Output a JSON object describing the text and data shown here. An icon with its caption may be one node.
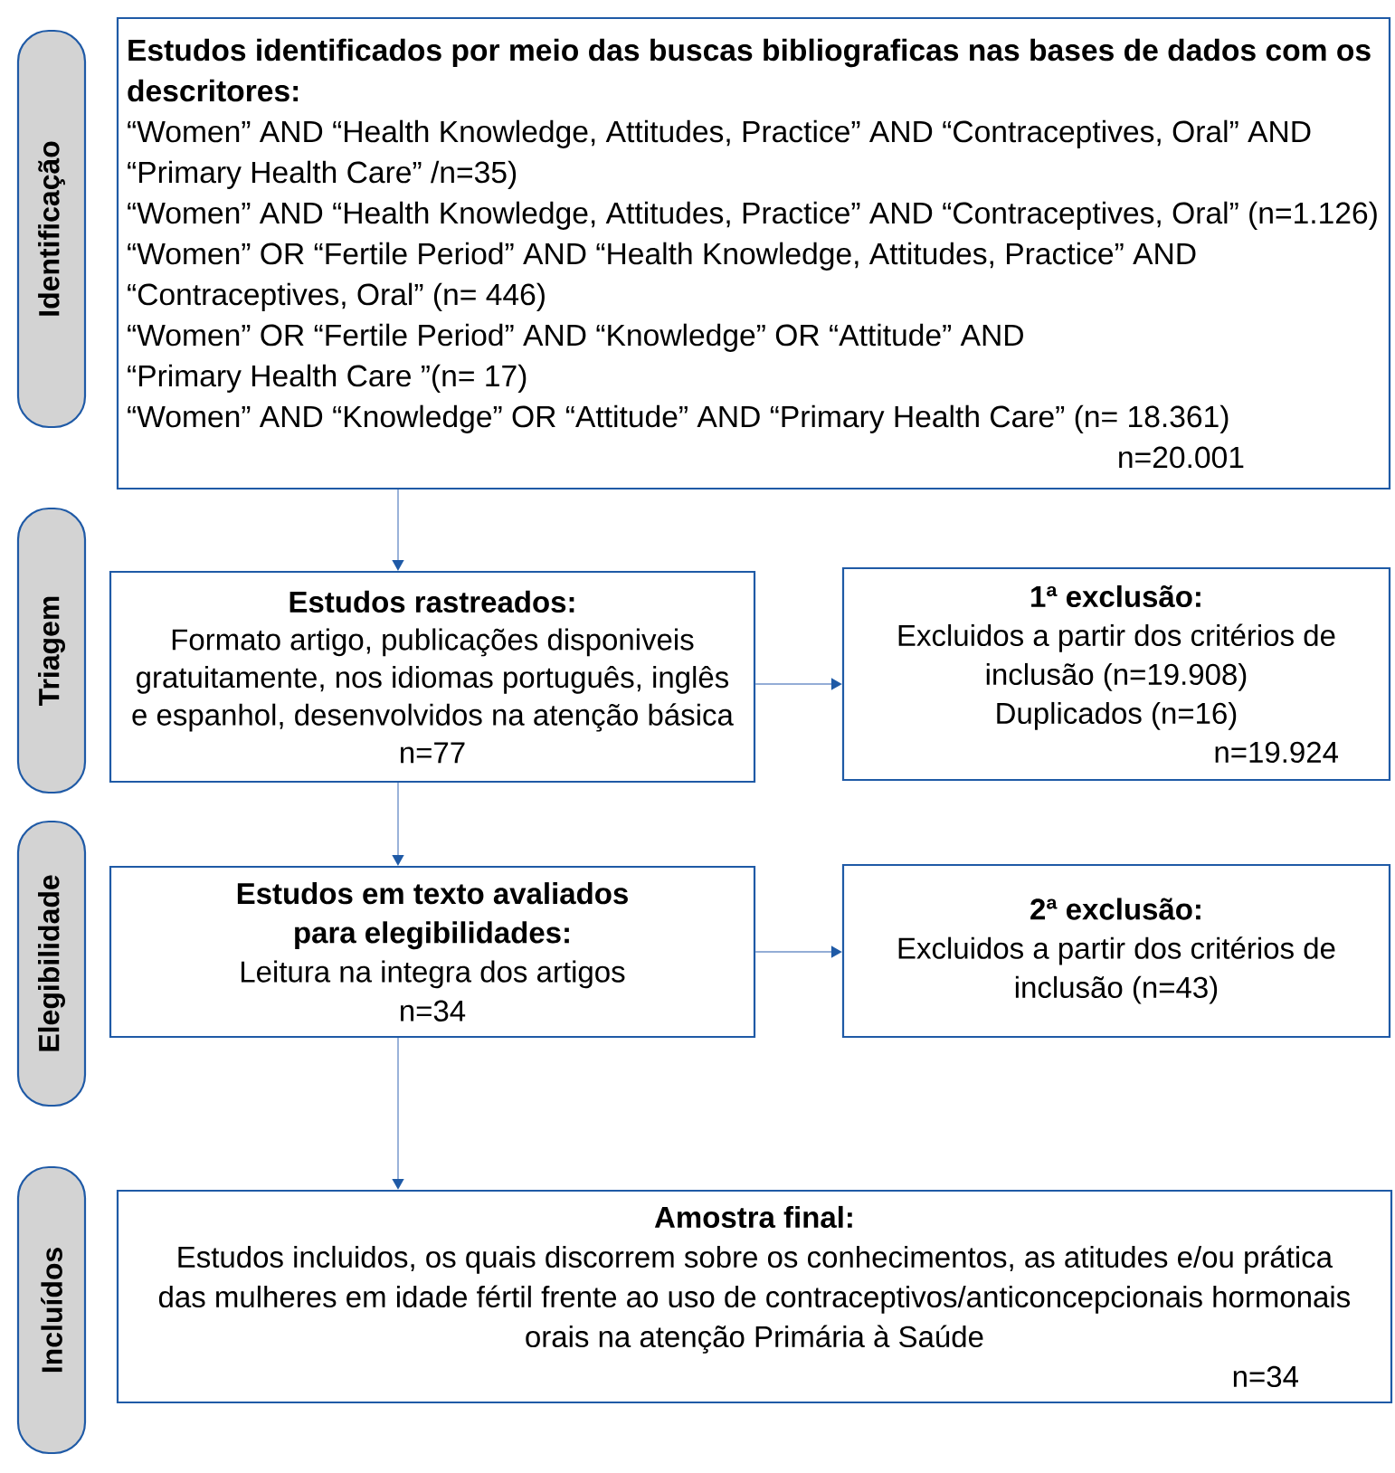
{
  "diagram": {
    "nodes": [
      {
        "text": [
          "Identificação"
        ]
      },
      {
        "text": [
          "Estudos identificados por meio das buscas bibliograficas nas bases de dados com os descritores:",
          "“Women” AND “Health Knowledge, Attitudes, Practice” AND “Contraceptives, Oral” AND “Primary Health Care” /n=35)",
          "“Women” AND “Health Knowledge, Attitudes, Practice” AND “Contraceptives, Oral” (n=1.126)",
          "“Women” OR “Fertile Period” AND “Health Knowledge, Attitudes, Practice” AND “Contraceptives, Oral” (n= 446)",
          "“Women” OR “Fertile Period” AND “Knowledge” OR “Attitude” AND “Primary Health Care ”(n= 17)",
          "“Women” AND “Knowledge” OR “Attitude” AND “Primary Health Care” (n= 18.361)",
          "n=20.001"
        ]
      },
      {
        "text": [
          "Triagem"
        ]
      },
      {
        "text": [
          "Estudos rastreados:",
          "Formato artigo, publicações disponiveis gratuitamente, nos idiomas português, inglês e espanhol, desenvolvidos na atenção básica",
          "n=77"
        ]
      },
      {
        "text": [
          "1ª exclusão:",
          "Excluidos a partir dos critérios de inclusão (n=19.908)",
          "Duplicados (n=16)",
          "n=19.924"
        ]
      },
      {
        "text": [
          "Elegibilidade"
        ]
      },
      {
        "text": [
          "Estudos em texto avaliados para elegibilidades:",
          "Leitura na integra dos artigos",
          "n=34"
        ]
      },
      {
        "text": [
          "2ª exclusão:",
          "Excluidos a partir dos critérios de inclusão (n=43)"
        ]
      },
      {
        "text": [
          "Incluídos"
        ]
      },
      {
        "text": [
          "Amostra final:",
          "Estudos incluidos, os quais discorrem sobre os conhecimentos, as atitudes e/ou prática das mulheres em idade fértil frente ao uso de contraceptivos/anticoncepcionais hormonais orais na atenção Primária à Saúde",
          "n=34"
        ]
      }
    ],
    "edges": [
      {
        "from": 1,
        "to": 3,
        "arrow": "to"
      },
      {
        "from": 3,
        "to": 4,
        "arrow": "to"
      },
      {
        "from": 3,
        "to": 6,
        "arrow": "to"
      },
      {
        "from": 6,
        "to": 7,
        "arrow": "to"
      },
      {
        "from": 6,
        "to": 9,
        "arrow": "to"
      }
    ]
  }
}
